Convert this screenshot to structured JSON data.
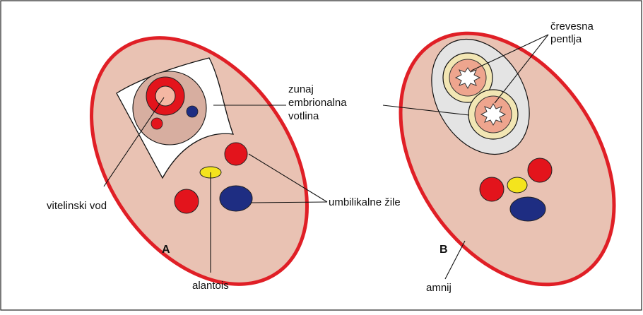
{
  "labels": {
    "vitelline_duct": "vitelinski vod",
    "extraembryonic_cavity": [
      "zunaj",
      "embrionalna",
      "votlina"
    ],
    "umbilical_vessels": "umbilikalne žile",
    "allantois": "alantois",
    "intestinal_loop": [
      "črevesna",
      "pentlja"
    ],
    "amnion": "amnij"
  },
  "panels": {
    "a": "A",
    "b": "B"
  },
  "colors": {
    "outline_red": "#e01f26",
    "body_pink": "#e9c2b3",
    "cavity_pink": "#d7aea0",
    "artery_red": "#e3141c",
    "vein_blue": "#1e2d82",
    "allantois_yellow": "#f4e41d",
    "gut_cream": "#f2e6b4",
    "gut_pink": "#eea58e",
    "cavity_gray": "#e4e4e4"
  }
}
